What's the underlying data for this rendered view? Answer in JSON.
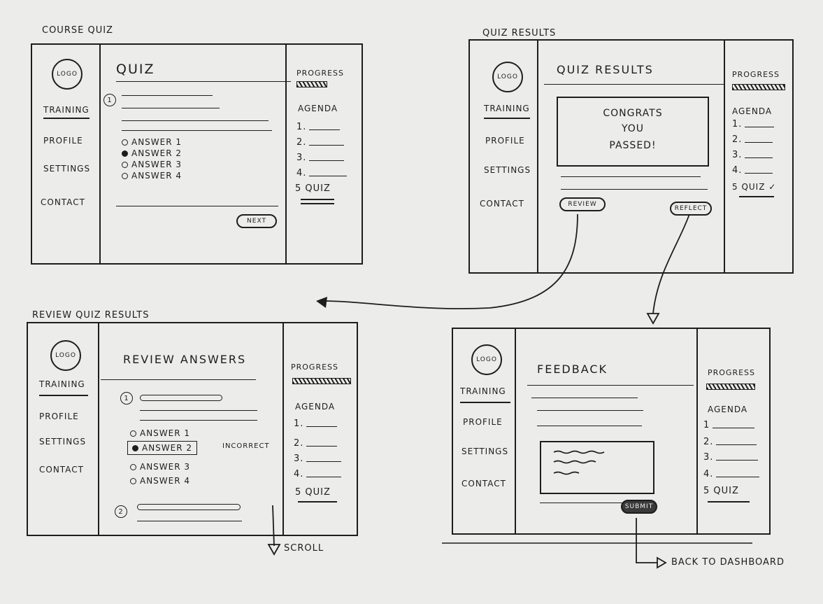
{
  "screens": {
    "course_quiz": {
      "title": "COURSE QUIZ",
      "logo": "LOGO",
      "nav": [
        "TRAINING",
        "PROFILE",
        "SETTINGS",
        "CONTACT"
      ],
      "heading": "QUIZ",
      "question_number": "1",
      "answers": [
        "ANSWER 1",
        "ANSWER 2",
        "ANSWER 3",
        "ANSWER 4"
      ],
      "selected_answer": 2,
      "next_label": "NEXT",
      "progress_label": "PROGRESS",
      "agenda_label": "AGENDA",
      "agenda": [
        "1.",
        "2.",
        "3.",
        "4.",
        "5 QUIZ"
      ]
    },
    "quiz_results": {
      "title": "QUIZ RESULTS",
      "logo": "LOGO",
      "nav": [
        "TRAINING",
        "PROFILE",
        "SETTINGS",
        "CONTACT"
      ],
      "heading": "QUIZ RESULTS",
      "message_line1": "CONGRATS",
      "message_line2": "YOU",
      "message_line3": "PASSED!",
      "review_label": "REVIEW",
      "reflect_label": "REFLECT",
      "progress_label": "PROGRESS",
      "agenda_label": "AGENDA",
      "agenda": [
        "1.",
        "2.",
        "3.",
        "4.",
        "5 QUIZ ✓"
      ]
    },
    "review_quiz_results": {
      "title": "REVIEW QUIZ RESULTS",
      "logo": "LOGO",
      "nav": [
        "TRAINING",
        "PROFILE",
        "SETTINGS",
        "CONTACT"
      ],
      "heading": "REVIEW ANSWERS",
      "question_numbers": [
        "1",
        "2"
      ],
      "answers": [
        "ANSWER 1",
        "ANSWER 2",
        "ANSWER 3",
        "ANSWER 4"
      ],
      "incorrect_label": "INCORRECT",
      "progress_label": "PROGRESS",
      "agenda_label": "AGENDA",
      "agenda": [
        "1.",
        "2.",
        "3.",
        "4.",
        "5 QUIZ"
      ],
      "scroll_note": "SCROLL"
    },
    "feedback": {
      "logo": "LOGO",
      "nav": [
        "TRAINING",
        "PROFILE",
        "SETTINGS",
        "CONTACT"
      ],
      "heading": "FEEDBACK",
      "submit_label": "SUBMIT",
      "progress_label": "PROGRESS",
      "agenda_label": "AGENDA",
      "agenda": [
        "1",
        "2.",
        "3.",
        "4.",
        "5 QUIZ"
      ],
      "back_note": "BACK TO DASHBOARD"
    }
  }
}
